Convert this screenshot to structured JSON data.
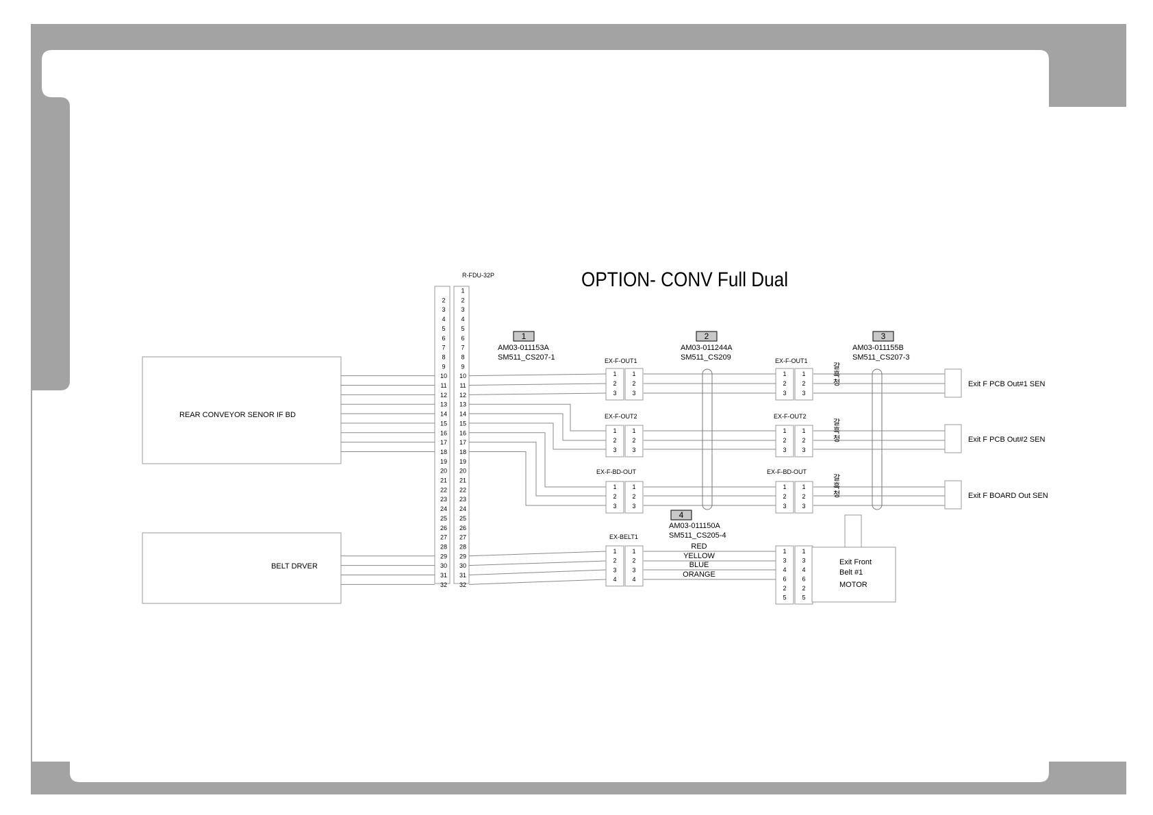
{
  "title": "OPTION- CONV Full Dual",
  "main_connector": {
    "label": "R-FDU-32P",
    "left_pins": [
      "2",
      "3",
      "4",
      "5",
      "6",
      "7",
      "8",
      "9",
      "10",
      "11",
      "12",
      "13",
      "14",
      "15",
      "16",
      "17",
      "18",
      "19",
      "20",
      "21",
      "22",
      "23",
      "24",
      "25",
      "26",
      "27",
      "28",
      "29",
      "30",
      "31",
      "32"
    ],
    "right_pins": [
      "1",
      "2",
      "3",
      "4",
      "5",
      "6",
      "7",
      "8",
      "9",
      "10",
      "11",
      "12",
      "13",
      "14",
      "15",
      "16",
      "17",
      "18",
      "19",
      "20",
      "21",
      "22",
      "23",
      "24",
      "25",
      "26",
      "27",
      "28",
      "29",
      "30",
      "31",
      "32"
    ]
  },
  "boards": {
    "rear_conveyor": "REAR CONVEYOR SENOR IF BD",
    "belt_driver": "BELT DRVER"
  },
  "cables": [
    {
      "num": "1",
      "part": "AM03-011153A",
      "model": "SM511_CS207-1"
    },
    {
      "num": "2",
      "part": "AM03-011244A",
      "model": "SM511_CS209"
    },
    {
      "num": "3",
      "part": "AM03-011155B",
      "model": "SM511_CS207-3"
    },
    {
      "num": "4",
      "part": "AM03-011150A",
      "model": "SM511_CS205-4"
    }
  ],
  "connectors": {
    "ex_f_out1": "EX-F-OUT1",
    "ex_f_out2": "EX-F-OUT2",
    "ex_f_bd_out": "EX-F-BD-OUT",
    "ex_belt1": "EX-BELT1"
  },
  "pins_3": [
    "1",
    "2",
    "3"
  ],
  "pins_4": [
    "1",
    "2",
    "3",
    "4"
  ],
  "motor_left_pins": [
    "1",
    "3",
    "4",
    "6",
    "2",
    "5"
  ],
  "motor_right_pins": [
    "1",
    "3",
    "4",
    "6",
    "2",
    "5"
  ],
  "wire_colors_kr": [
    "갈",
    "흑",
    "청"
  ],
  "wire_colors": [
    "RED",
    "YELLOW",
    "BLUE",
    "ORANGE"
  ],
  "sensors": [
    "Exit F PCB Out#1 SEN",
    "Exit F PCB Out#2 SEN",
    "Exit F BOARD Out SEN"
  ],
  "motor": {
    "line1": "Exit Front",
    "line2": "Belt #1",
    "line3": "MOTOR"
  },
  "colors": {
    "frame": "#a3a3a3",
    "line": "#8a8a8a",
    "tag": "#c8c8c8"
  }
}
